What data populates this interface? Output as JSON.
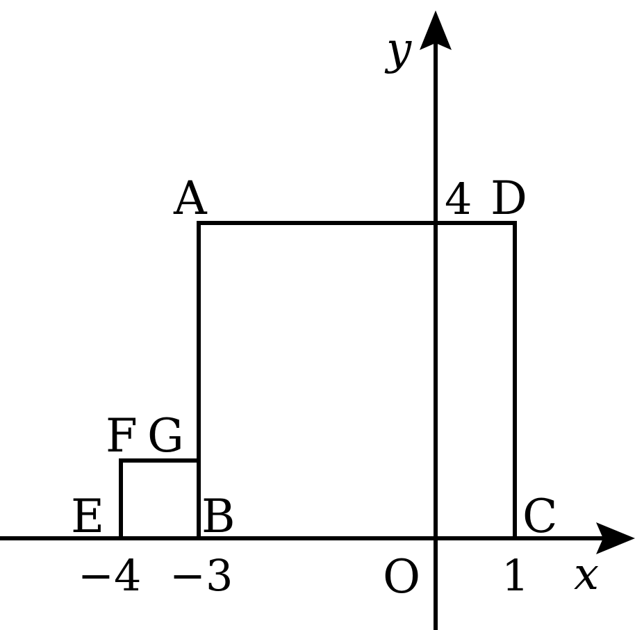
{
  "diagram": {
    "axes": {
      "x_label": "x",
      "y_label": "y",
      "origin_label": "O"
    },
    "points": {
      "A": "A",
      "B": "B",
      "C": "C",
      "D": "D",
      "E": "E",
      "F": "F",
      "G": "G"
    },
    "ticks": {
      "x_neg4": "−4",
      "x_neg3": "−3",
      "x_1": "1",
      "y_4": "4"
    },
    "stroke_color": "#000000"
  }
}
